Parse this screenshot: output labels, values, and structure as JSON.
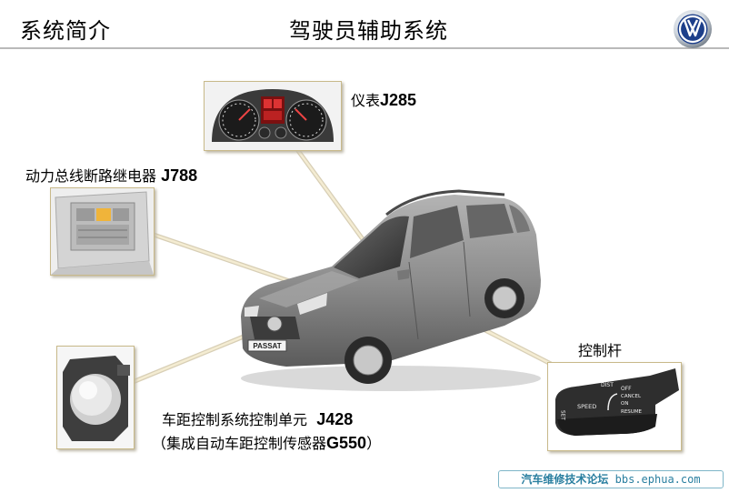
{
  "header": {
    "section": "系统简介",
    "title": "驾驶员辅助系统"
  },
  "brand": {
    "logo": "vw-logo"
  },
  "callouts": {
    "cluster": {
      "label": "仪表",
      "code": "J285"
    },
    "relay": {
      "label": "动力总线断路继电器",
      "code": "J788"
    },
    "lever": {
      "label": "控制杆"
    },
    "acc_unit": {
      "label": "车距控制系统控制单元",
      "code": "J428"
    },
    "acc_sensor": {
      "open": "（集成自动车距控制传感器",
      "code": "G550",
      "close": "）"
    }
  },
  "lever_markings": {
    "dist": "DIST",
    "off": "OFF",
    "cancel": "CANCEL",
    "on": "ON",
    "resume": "RESUME",
    "speed": "SPEED",
    "set": "SET"
  },
  "plate": "PASSAT",
  "watermark": {
    "cn": "汽车维修技术论坛",
    "url": "bbs.ephua.com"
  },
  "colors": {
    "frame_border": "#c8b98a",
    "leader_line": "#e8d9a8",
    "car_body": "#8a8a8a",
    "watermark": "#2a7fa0"
  }
}
